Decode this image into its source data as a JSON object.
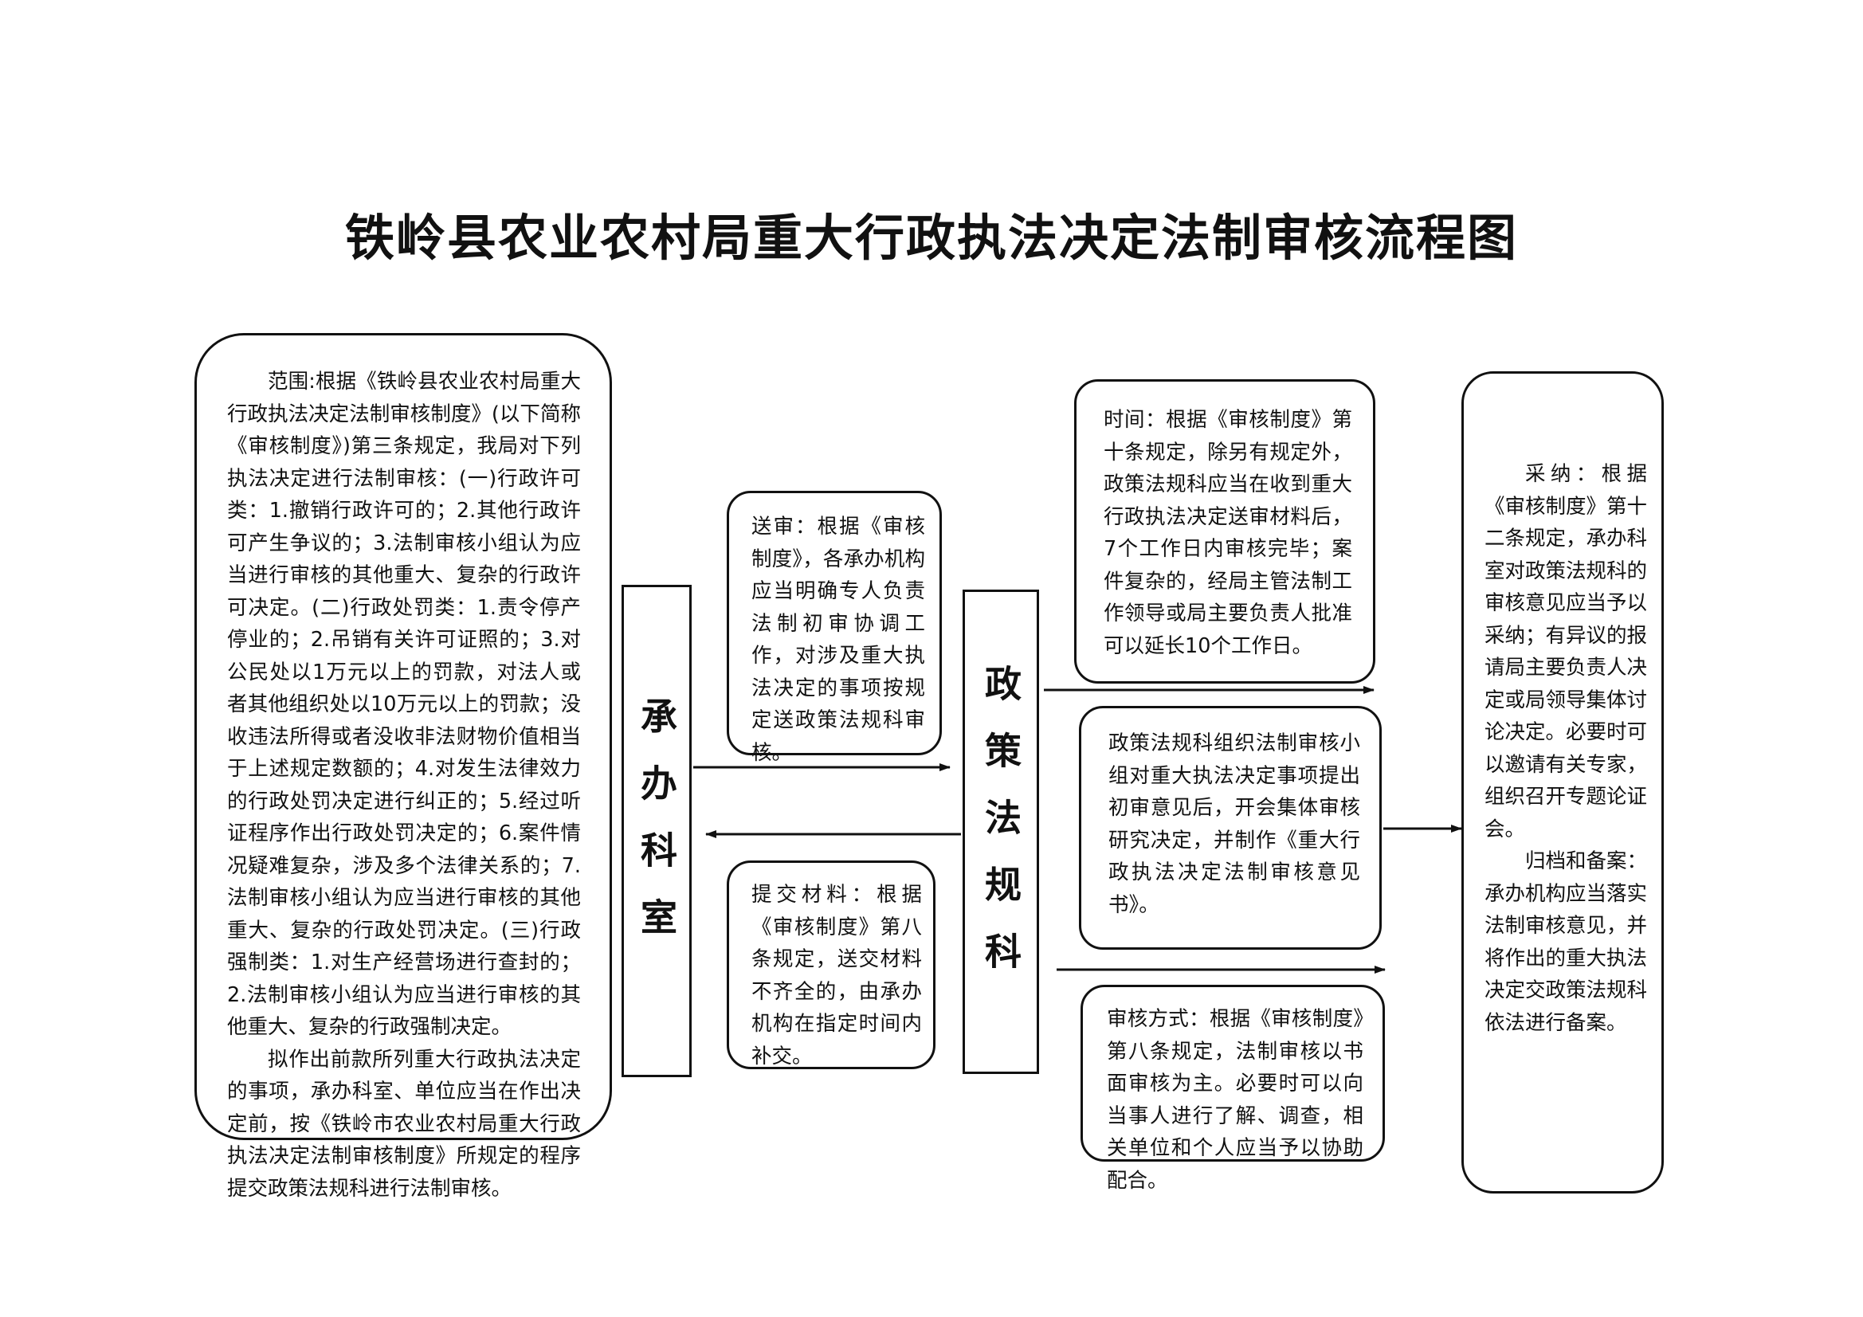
{
  "title": "铁岭县农业农村局重大行政执法决定法制审核流程图",
  "nodes": {
    "scope": {
      "p1": "范围:根据《铁岭县农业农村局重大行政执法决定法制审核制度》(以下简称《审核制度》)第三条规定，我局对下列执法决定进行法制审核：(一)行政许可类：1.撤销行政许可的；2.其他行政许可产生争议的；3.法制审核小组认为应当进行审核的其他重大、复杂的行政许可决定。(二)行政处罚类：1.责令停产停业的；2.吊销有关许可证照的；3.对公民处以1万元以上的罚款，对法人或者其他组织处以10万元以上的罚款；没收违法所得或者没收非法财物价值相当于上述规定数额的；4.对发生法律效力的行政处罚决定进行纠正的；5.经过听证程序作出行政处罚决定的；6.案件情况疑难复杂，涉及多个法律关系的；7.法制审核小组认为应当进行审核的其他重大、复杂的行政处罚决定。(三)行政强制类：1.对生产经营场进行查封的；2.法制审核小组认为应当进行审核的其他重大、复杂的行政强制决定。",
      "p2": "拟作出前款所列重大行政执法决定的事项，承办科室、单位应当在作出决定前，按《铁岭市农业农村局重大行政执法决定法制审核制度》所规定的程序提交政策法规科进行法制审核。"
    },
    "office": "承办科室",
    "submit": "送审：根据《审核制度》，各承办机构应当明确专人负责法制初审协调工作，对涉及重大执法决定的事项按规定送政策法规科审核。",
    "materials": "提交材料：根据《审核制度》第八条规定，送交材料不齐全的，由承办机构在指定时间内补交。",
    "policy": "政策法规科",
    "time": "时间：根据《审核制度》第十条规定，除另有规定外，政策法规科应当在收到重大行政执法决定送审材料后，7个工作日内审核完毕；案件复杂的，经局主管法制工作领导或局主要负责人批准可以延长10个工作日。",
    "group": "政策法规科组织法制审核小组对重大执法决定事项提出初审意见后，开会集体审核研究决定，并制作《重大行政执法决定法制审核意见书》。",
    "method": "审核方式：根据《审核制度》第八条规定，法制审核以书面审核为主。必要时可以向当事人进行了解、调查，相关单位和个人应当予以协助配合。",
    "adopt": {
      "p1": "采纳：根据《审核制度》第十二条规定，承办科室对政策法规科的审核意见应当予以采纳；有异议的报请局主要负责人决定或局领导集体讨论决定。必要时可以邀请有关专家，组织召开专题论证会。",
      "p2": "归档和备案：承办机构应当落实法制审核意见，并将作出的重大执法决定交政策法规科依法进行备案。"
    }
  },
  "edges": [
    {
      "from": "office",
      "to": "policy"
    },
    {
      "from": "policy",
      "to": "office"
    },
    {
      "from": "policy",
      "to": "time"
    },
    {
      "from": "policy",
      "to": "method"
    },
    {
      "from": "group",
      "to": "adopt"
    }
  ]
}
